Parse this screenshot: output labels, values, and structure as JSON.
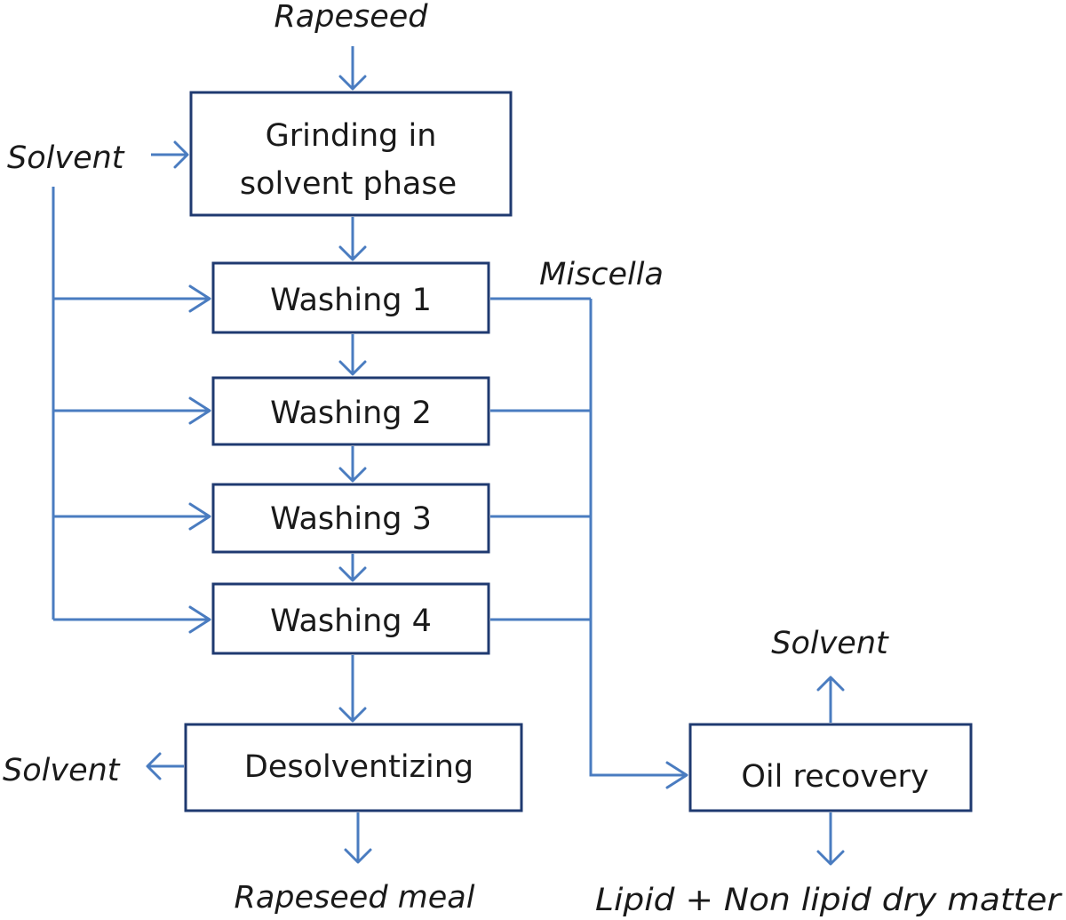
{
  "diagram": {
    "inputs": {
      "rapeseed": "Rapeseed",
      "solvent_left": "Solvent"
    },
    "steps": {
      "grinding_line1": "Grinding in",
      "grinding_line2": "solvent phase",
      "washing1": "Washing 1",
      "washing2": "Washing 2",
      "washing3": "Washing 3",
      "washing4": "Washing 4",
      "desolventizing": "Desolventizing",
      "oil_recovery": "Oil recovery"
    },
    "streams": {
      "miscella": "Miscella",
      "solvent_out_left": "Solvent",
      "solvent_out_right": "Solvent",
      "rapeseed_meal": "Rapeseed meal",
      "lipid_output": "Lipid + Non lipid dry matter"
    },
    "colors": {
      "arrow": "#4a7cc0",
      "box_border": "#1f3a70",
      "text": "#1a1a1a"
    }
  }
}
